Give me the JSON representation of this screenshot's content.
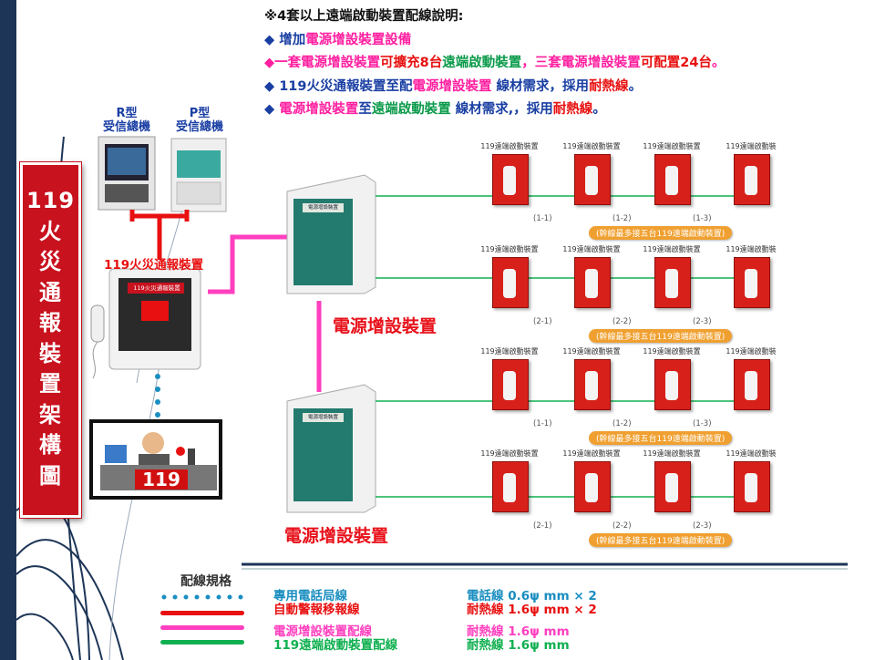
{
  "notes": {
    "title": "※4套以上遠端啟動裝置配線說明:",
    "line1": {
      "bullet": "◆",
      "a": "增加",
      "b": "電源增設裝置設備"
    },
    "line2": {
      "bullet": "◆",
      "a": "一套電源增設裝置",
      "b": "可擴充8台",
      "c": "遠端啟動裝置",
      "d": "，三套電源增設裝置",
      "e": "可配置24台",
      "f": "。"
    },
    "line3": {
      "bullet": "◆",
      "a": "119火災通報裝置",
      "b": "至配",
      "c": "電源增設裝置",
      "d": " 線材需求，採用",
      "e": "耐熱線",
      "f": "。"
    },
    "line4": {
      "bullet": "◆",
      "a": "電源增設裝置",
      "b": "至",
      "c": "遠端啟動裝置",
      "d": " 線材需求,，採用",
      "e": "耐熱線",
      "f": "。"
    }
  },
  "panels": {
    "r_type_line1": "R型",
    "r_type_line2": "受信總機",
    "p_type_line1": "P型",
    "p_type_line2": "受信總機"
  },
  "title_vertical": [
    "119",
    "火",
    "災",
    "通",
    "報",
    "裝",
    "置",
    "架",
    "構",
    "圖"
  ],
  "device_119_label": "119火災通報裝置",
  "device_119_screen": "119火災通報裝置",
  "operator_desk_number": "119",
  "power_label_1": "電源增設裝置",
  "power_label_2": "電源增設裝置",
  "power_box_screen": "電源增設裝置",
  "remote_rows": [
    {
      "names": [
        "119遠端啟動裝置",
        "119遠端啟動裝置",
        "119遠端啟動裝置",
        "119遠端啟動裝"
      ],
      "segments": [
        "(1-1)",
        "(1-2)",
        "(1-3)"
      ],
      "trunk": "(幹線最多接五台119遠端啟動裝置)"
    },
    {
      "names": [
        "119遠端啟動裝置",
        "119遠端啟動裝置",
        "119遠端啟動裝置",
        "119遠端啟動裝"
      ],
      "segments": [
        "(2-1)",
        "(2-2)",
        "(2-3)"
      ],
      "trunk": "(幹線最多接五台119遠端啟動裝置)"
    },
    {
      "names": [
        "119遠端啟動裝置",
        "119遠端啟動裝置",
        "119遠端啟動裝置",
        "119遠端啟動裝"
      ],
      "segments": [
        "(1-1)",
        "(1-2)",
        "(1-3)"
      ],
      "trunk": "(幹線最多接五台119遠端啟動裝置)"
    },
    {
      "names": [
        "119遠端啟動裝置",
        "119遠端啟動裝置",
        "119遠端啟動裝置",
        "119遠端啟動裝"
      ],
      "segments": [
        "(2-1)",
        "(2-2)",
        "(2-3)"
      ],
      "trunk": "(幹線最多接五台119遠端啟動裝置)"
    }
  ],
  "legend": {
    "title": "配線規格",
    "items": [
      {
        "name": "專用電話局線",
        "spec": "電話線 0.6ψ mm × 2",
        "color": "#1a8ec0",
        "style": "dotted"
      },
      {
        "name": "自動警報移報線",
        "spec": "耐熱線 1.6ψ mm × 2",
        "color": "#e81010",
        "style": "solid"
      },
      {
        "name": "電源增設裝置配線",
        "spec": "耐熱線 1.6ψ mm",
        "color": "#ff3fbf",
        "style": "solid"
      },
      {
        "name": "119遠端啟動裝置配線",
        "spec": "耐熱線 1.6ψ mm",
        "color": "#10b050",
        "style": "solid"
      }
    ]
  },
  "colors": {
    "sidebar": "#1d3557",
    "title_red": "#c8121e",
    "magenta": "#ff3fbf",
    "green_wire": "#10b050",
    "trunk_orange": "#f0a030"
  }
}
